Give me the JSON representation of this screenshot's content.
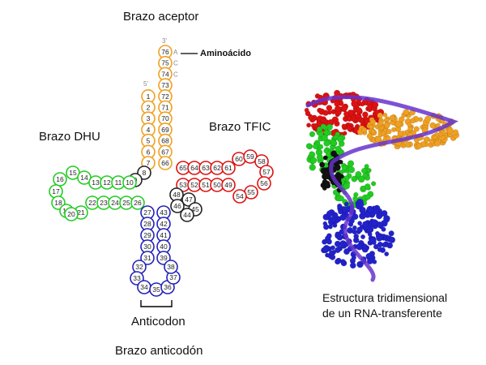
{
  "labels": {
    "acceptor_arm": "Brazo aceptor",
    "amino_acid": "Aminoácido",
    "dhu_arm": "Brazo DHU",
    "tfic_arm": "Brazo TFIC",
    "anticodon": "Anticodon",
    "anticodon_arm": "Brazo anticodón",
    "end_3": "3'",
    "end_5": "5'"
  },
  "caption": {
    "line1": "Estructura tridimensional",
    "line2": "de un RNA-transferente"
  },
  "colors": {
    "acceptor": "#f0a020",
    "dhu": "#22cc22",
    "tfic": "#dd1111",
    "anticodon": "#2222bb",
    "connector": "#222222",
    "model_red": "#dd1111",
    "model_orange": "#f0a020",
    "model_green": "#22cc22",
    "model_blue": "#2222cc",
    "model_black": "#111111",
    "model_backbone": "#6633cc"
  },
  "acceptor_tail_letters": [
    "A",
    "C",
    "C"
  ],
  "acceptor_stem_5": [
    "1",
    "2",
    "3",
    "4",
    "5",
    "6",
    "7"
  ],
  "acceptor_stem_3": [
    "76",
    "75",
    "74",
    "73",
    "72",
    "71",
    "70",
    "69",
    "68",
    "67",
    "66"
  ],
  "connector_nums": [
    "8",
    "9"
  ],
  "dhu_top": [
    "15",
    "14",
    "13",
    "12",
    "11",
    "10"
  ],
  "dhu_bottom": [
    "21",
    "22",
    "23",
    "24",
    "25",
    "26"
  ],
  "dhu_loop": [
    "16",
    "17",
    "18",
    "19",
    "20"
  ],
  "tfic_top": [
    "53",
    "52",
    "51",
    "50",
    "49",
    "48",
    "47",
    "46",
    "45",
    "44"
  ],
  "tfic_bottom": [
    "65",
    "64",
    "63",
    "62",
    "61",
    "60",
    "59",
    "58",
    "57",
    "56",
    "55",
    "54"
  ],
  "variable_loop": [
    "48",
    "47",
    "46",
    "45",
    "44"
  ],
  "anticodon_stem_left": [
    "27",
    "28",
    "29",
    "30",
    "31"
  ],
  "anticodon_stem_right": [
    "43",
    "42",
    "41",
    "40",
    "39"
  ],
  "anticodon_loop": [
    "32",
    "33",
    "34",
    "35",
    "36",
    "37",
    "38"
  ]
}
